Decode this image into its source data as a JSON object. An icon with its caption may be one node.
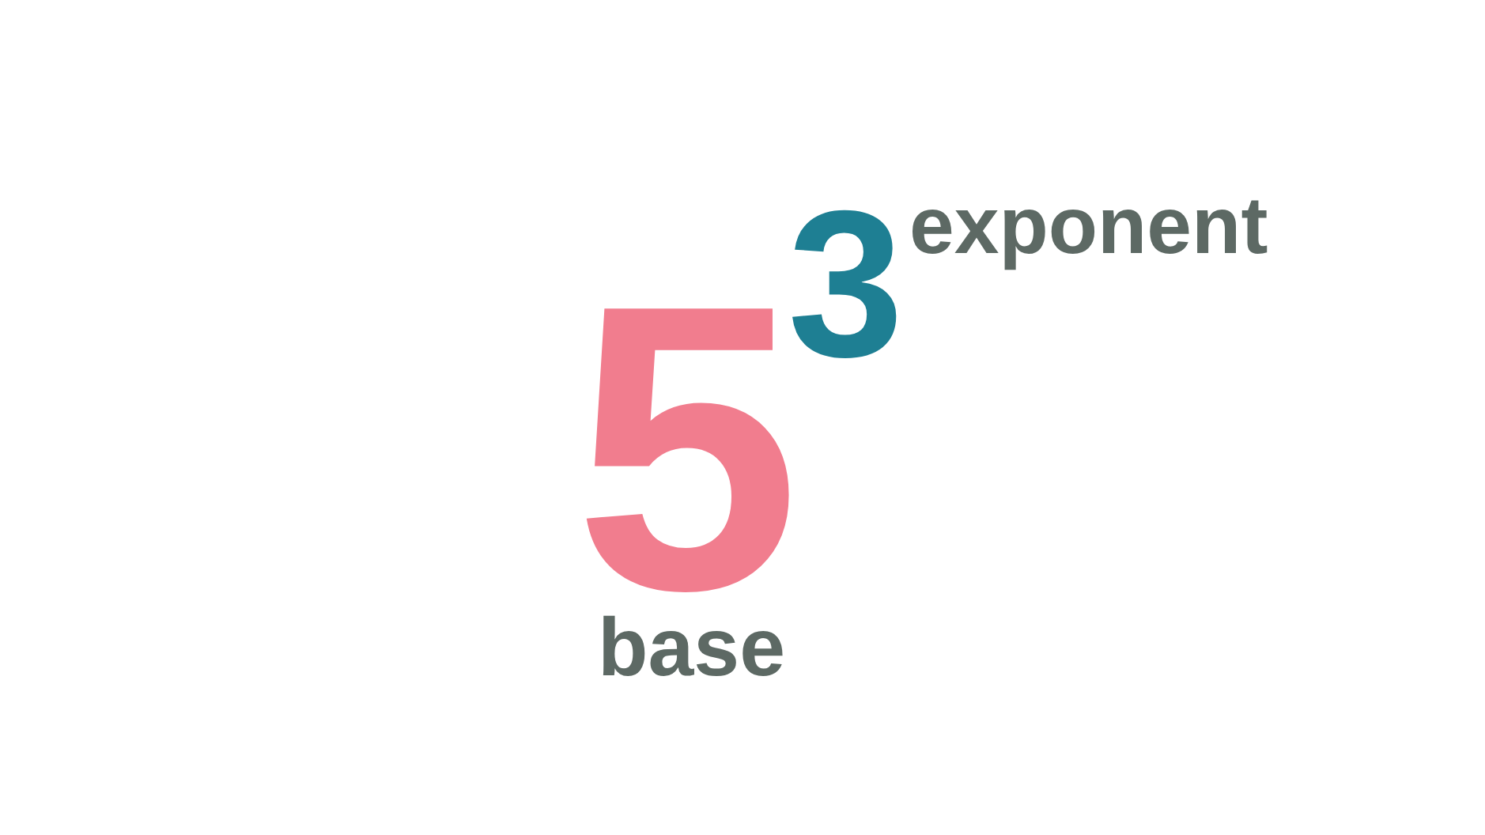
{
  "diagram": {
    "labels": [
      "3",
      "exponent",
      "5",
      "base"
    ]
  }
}
